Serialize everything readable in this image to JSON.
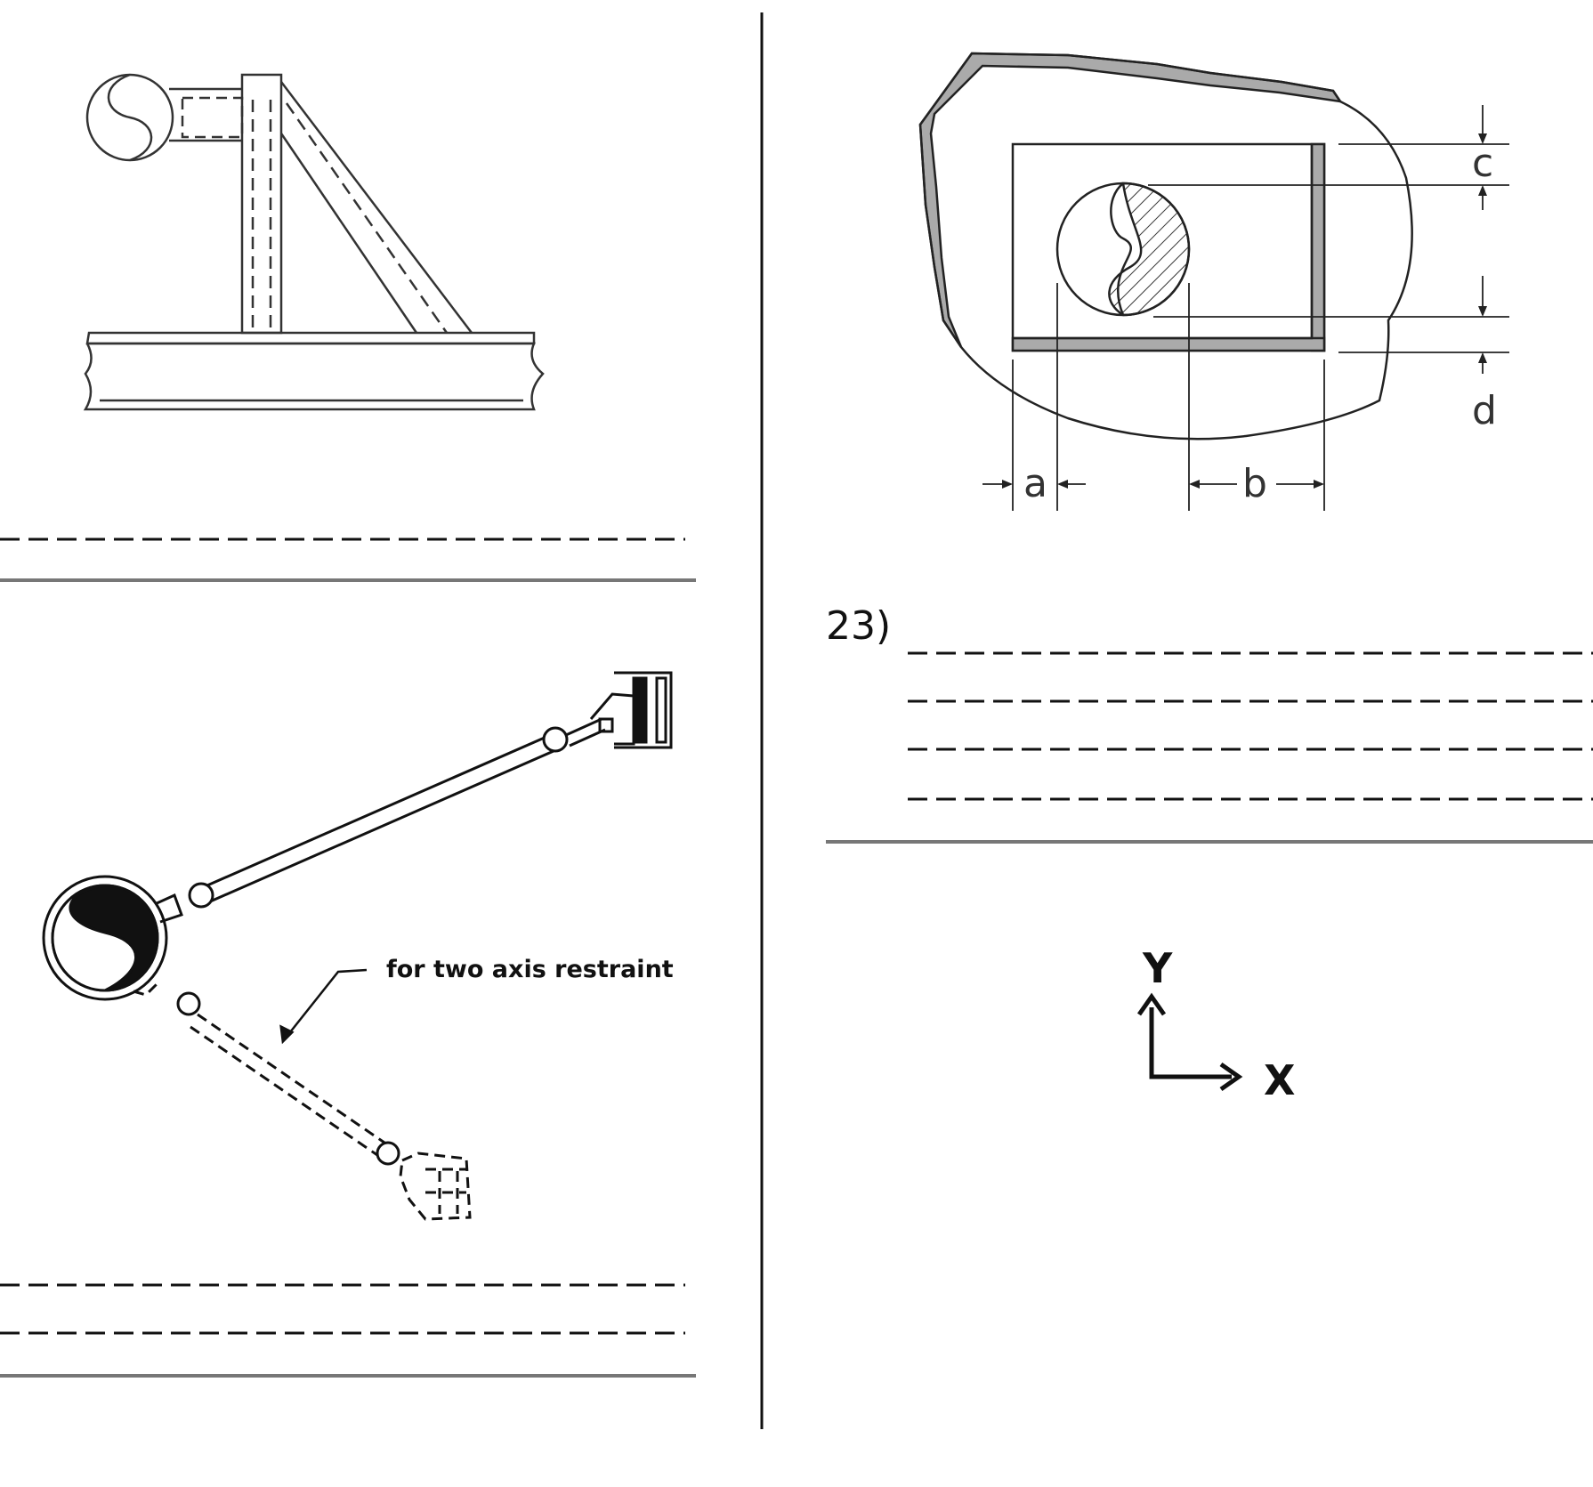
{
  "question_23": {
    "number": "23)"
  },
  "strut_figure": {
    "annotation": "for two axis restraint"
  },
  "plate_figure": {
    "dimension_labels": {
      "a": "a",
      "b": "b",
      "c": "c",
      "d": "d"
    }
  },
  "axes_figure": {
    "y_label": "Y",
    "x_label": "X"
  }
}
